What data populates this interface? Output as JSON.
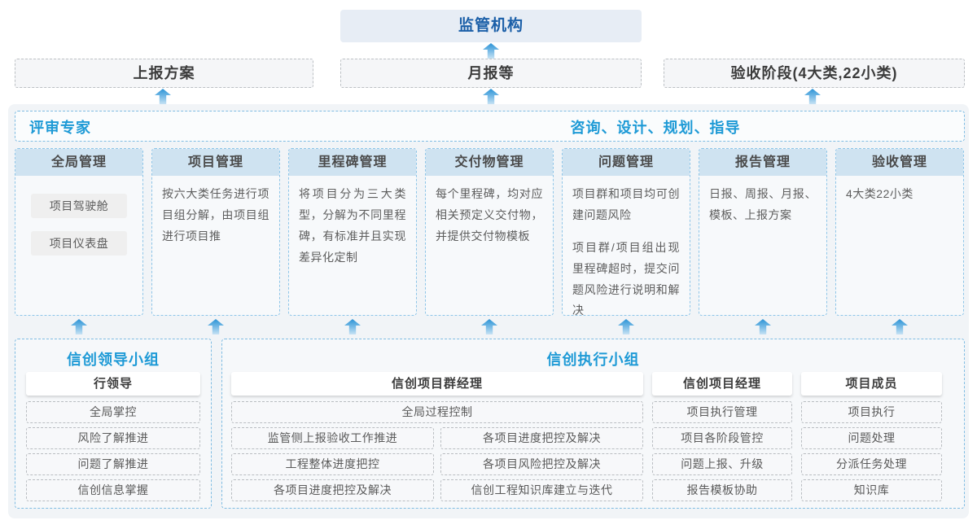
{
  "colors": {
    "accent_blue": "#1e9ad6",
    "regulator_text": "#1b5fa8",
    "regulator_bg": "#e7edf5",
    "panel_bg": "#f1f4f7",
    "column_header_bg": "#cfe3f1",
    "dashed_blue_border": "#7fbce2",
    "dashed_gray_border": "#bcc0c4",
    "arrow_blue": "#2b93d6"
  },
  "top": {
    "regulator": "监管机构"
  },
  "row2": {
    "items": [
      "上报方案",
      "月报等",
      "验收阶段(4大类,22小类)"
    ]
  },
  "experts": {
    "left": "评审专家",
    "center": "咨询、设计、规划、指导"
  },
  "columns": [
    {
      "title": "全局管理",
      "pills": [
        "项目驾驶舱",
        "项目仪表盘"
      ]
    },
    {
      "title": "项目管理",
      "paragraphs": [
        "按六大类任务进行项目组分解，由项目组进行项目推"
      ]
    },
    {
      "title": "里程碑管理",
      "paragraphs": [
        "将项目分为三大类型，分解为不同里程碑，有标准并且实现差异化定制"
      ]
    },
    {
      "title": "交付物管理",
      "paragraphs": [
        "每个里程碑，均对应相关预定义交付物，并提供交付物模板"
      ]
    },
    {
      "title": "问题管理",
      "paragraphs": [
        "项目群和项目均可创建问题风险",
        "项目群/项目组出现里程碑超时，提交问题风险进行说明和解决"
      ]
    },
    {
      "title": "报告管理",
      "paragraphs": [
        "日报、周报、月报、模板、上报方案"
      ]
    },
    {
      "title": "验收管理",
      "paragraphs": [
        "4大类22小类"
      ]
    }
  ],
  "leadership": {
    "title": "信创领导小组",
    "role": "行领导",
    "items": [
      "全局掌控",
      "风险了解推进",
      "问题了解推进",
      "信创信息掌握"
    ]
  },
  "execution": {
    "title": "信创执行小组",
    "pm_group": {
      "role": "信创项目群经理",
      "full_item": "全局过程控制",
      "left_items": [
        "监管侧上报验收工作推进",
        "工程整体进度把控",
        "各项目进度把控及解决"
      ],
      "right_items": [
        "各项目进度把控及解决",
        "各项目风险把控及解决",
        "信创工程知识库建立与迭代"
      ]
    },
    "pm": {
      "role": "信创项目经理",
      "items": [
        "项目执行管理",
        "项目各阶段管控",
        "问题上报、升级",
        "报告模板协助"
      ]
    },
    "member": {
      "role": "项目成员",
      "items": [
        "项目执行",
        "问题处理",
        "分派任务处理",
        "知识库"
      ]
    }
  }
}
